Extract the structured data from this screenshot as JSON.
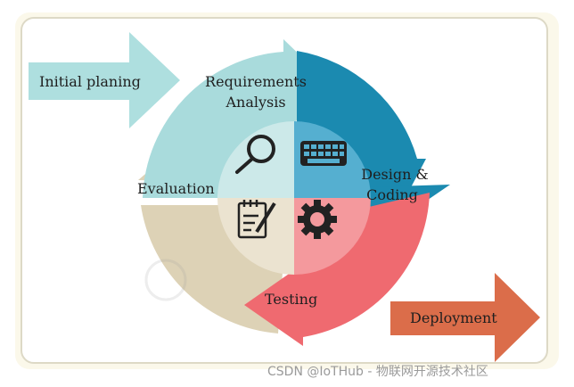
{
  "diagram": {
    "stages": {
      "initial": "Initial planing",
      "requirements_line1": "Requirements",
      "requirements_line2": "Analysis",
      "design_line1": "Design &",
      "design_line2": "Coding",
      "testing": "Testing",
      "evaluation": "Evaluation",
      "deployment": "Deployment"
    },
    "icons": {
      "requirements": "magnifier-icon",
      "design": "keyboard-icon",
      "testing": "gear-icon",
      "evaluation": "checklist-icon"
    },
    "colors": {
      "background": "#fbf8ea",
      "frame": "#d9d6c4",
      "initial_arrow": "#aedfdf",
      "requirements": "#a9dbdc",
      "design": "#1b8ab0",
      "testing": "#ef6a70",
      "evaluation": "#ddd2b6",
      "deployment": "#db6d4a"
    }
  },
  "watermark": "CSDN @IoTHub - 物联网开源技术社区"
}
